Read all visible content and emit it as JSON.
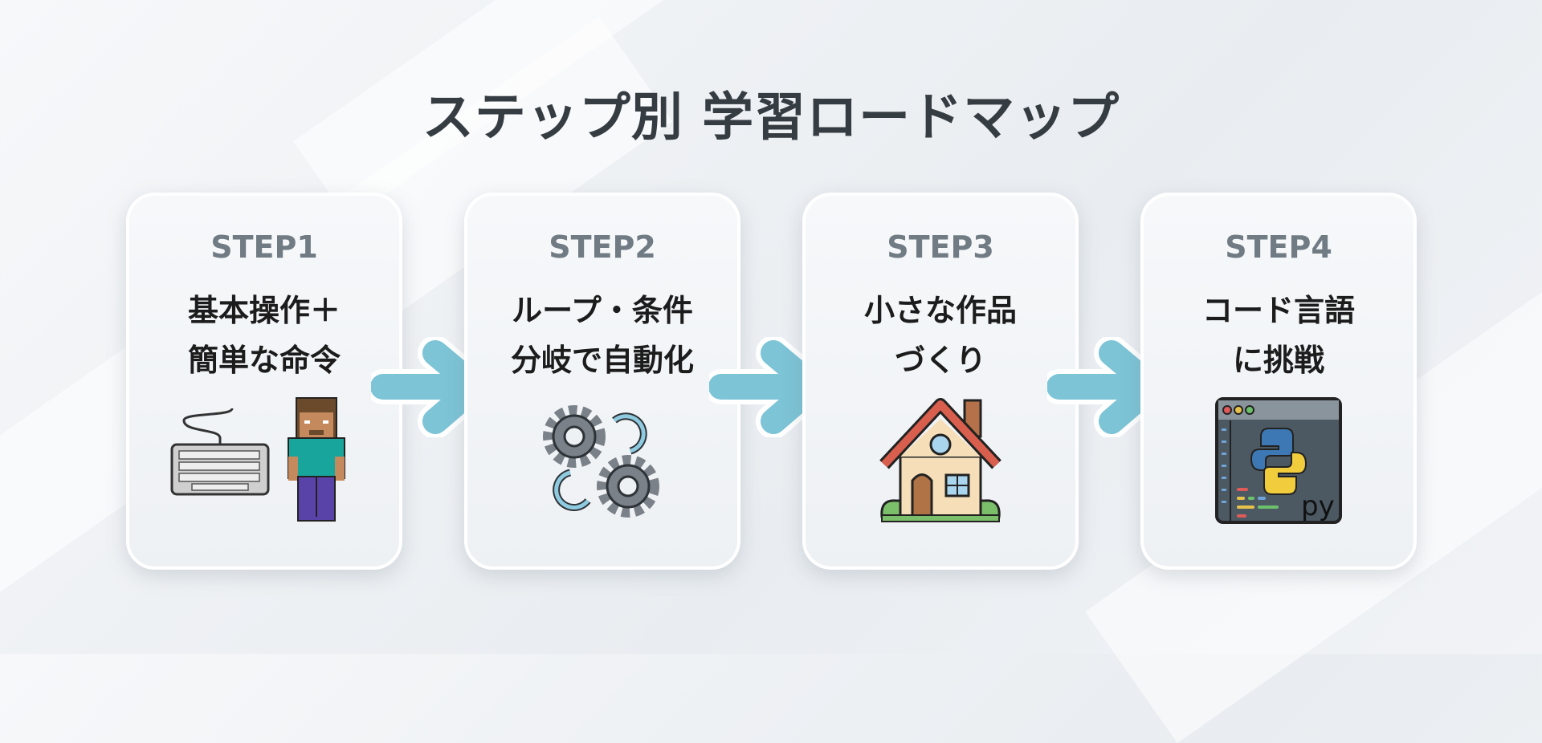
{
  "title": "ステップ別 学習ロードマップ",
  "steps": [
    {
      "label": "STEP1",
      "line1": "基本操作＋",
      "line2": "簡単な命令",
      "icon": "keyboard-and-character-icon"
    },
    {
      "label": "STEP2",
      "line1": "ループ・条件",
      "line2": "分岐で自動化",
      "icon": "gears-cycle-icon"
    },
    {
      "label": "STEP3",
      "line1": "小さな作品",
      "line2": "づくり",
      "icon": "house-icon"
    },
    {
      "label": "STEP4",
      "line1": "コード言語",
      "line2": "に挑戦",
      "icon": "python-editor-icon",
      "icon_text": "py"
    }
  ],
  "colors": {
    "arrow": "#7cc4d6",
    "step_label": "#707b84",
    "title": "#353c42"
  }
}
